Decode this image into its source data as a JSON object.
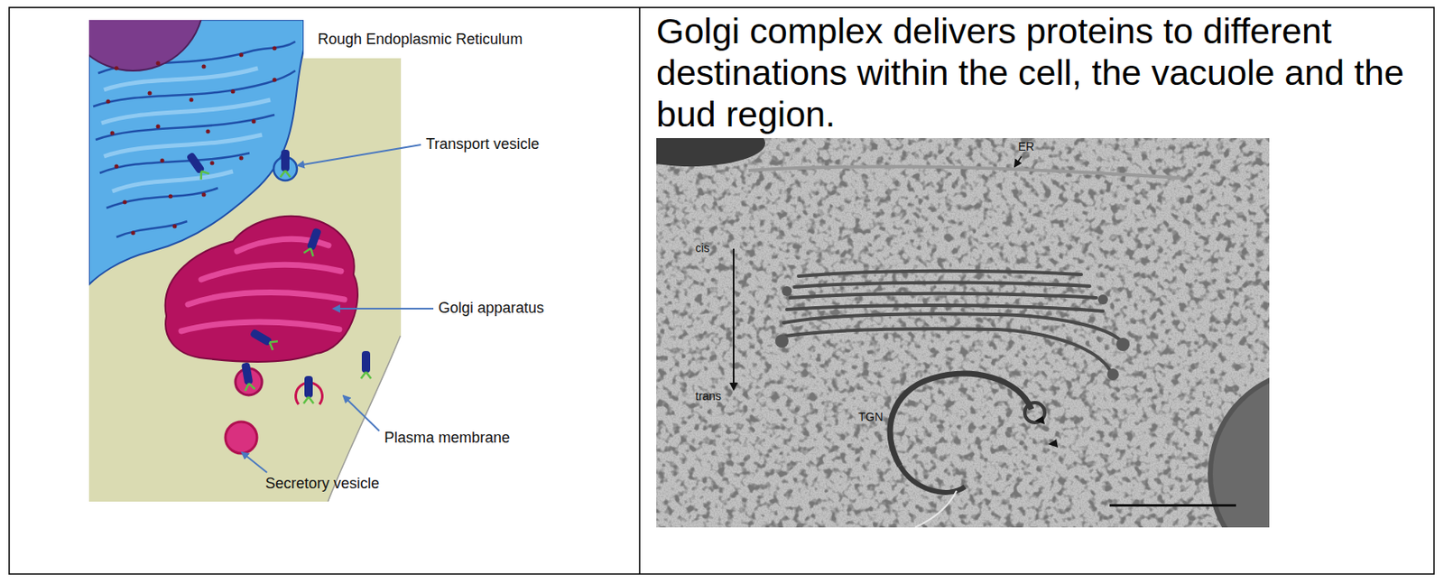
{
  "diagram": {
    "title": "Golgi complex delivers proteins to different destinations within the cell, the vacuole and the bud region.",
    "labels": [
      "Rough Endoplasmic Reticulum",
      "Transport vesicle",
      "Golgi apparatus",
      "Plasma membrane",
      "Secretory vesicle",
      "ER",
      "cis",
      "trans",
      "TGN"
    ]
  }
}
